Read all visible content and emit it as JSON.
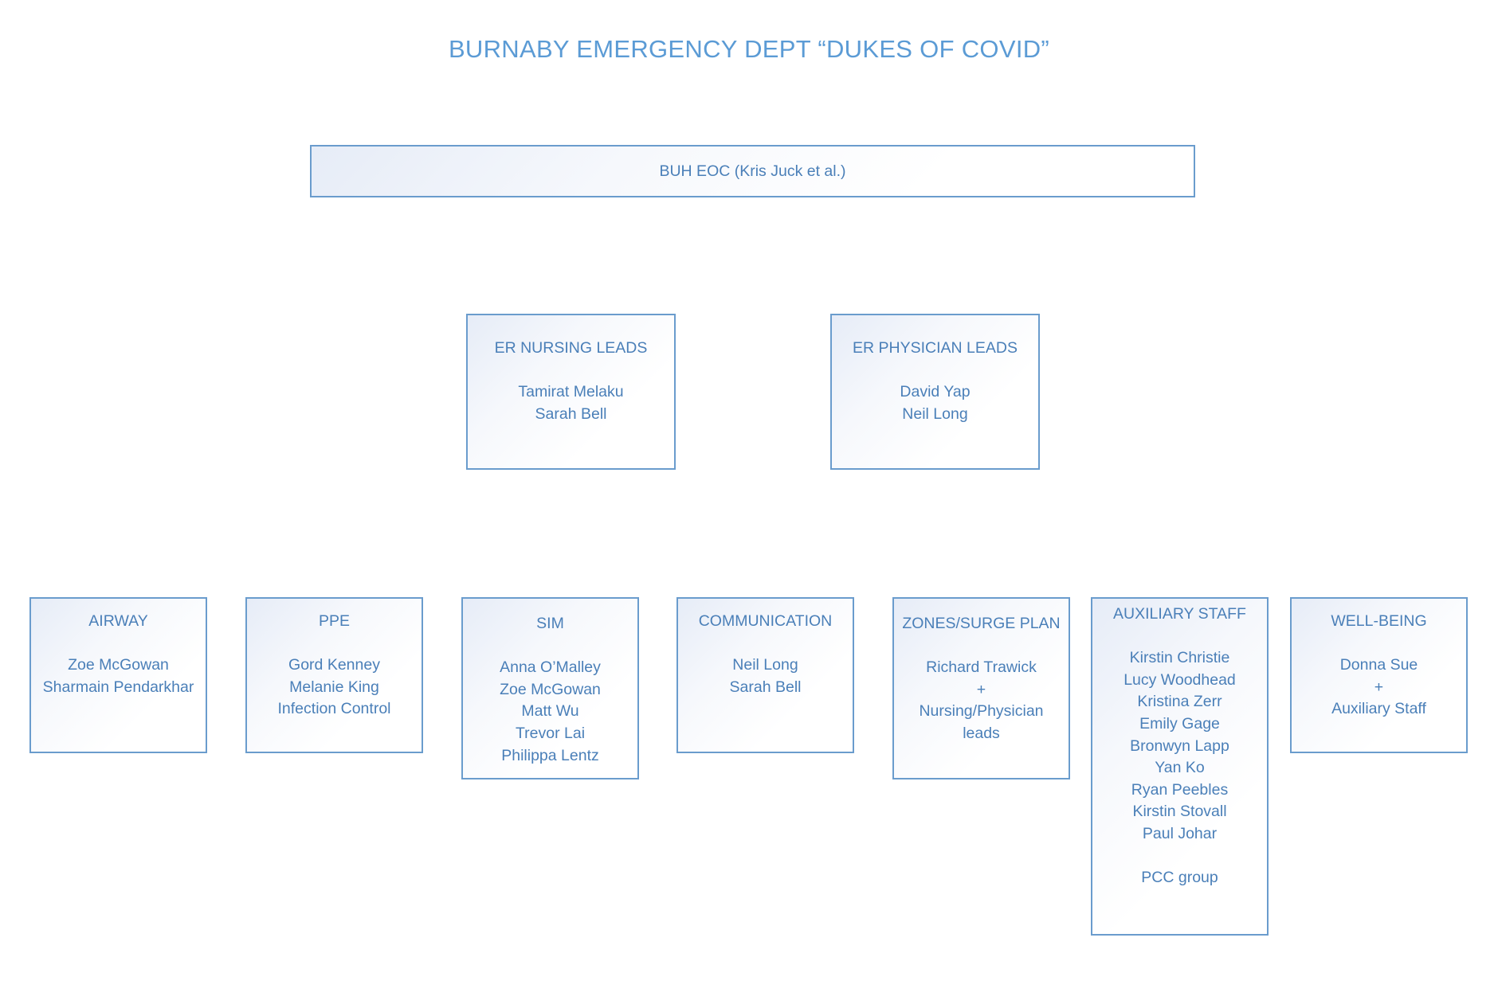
{
  "title": "BURNABY EMERGENCY DEPT “DUKES OF COVID”",
  "eoc": "BUH EOC (Kris Juck et al.)",
  "leads": [
    {
      "title": "ER NURSING LEADS",
      "lines": [
        "Tamirat Melaku",
        "Sarah Bell"
      ]
    },
    {
      "title": "ER PHYSICIAN LEADS",
      "lines": [
        "David Yap",
        "Neil Long"
      ]
    }
  ],
  "teams": [
    {
      "title": "AIRWAY",
      "lines": [
        "Zoe McGowan",
        "Sharmain Pendarkhar"
      ]
    },
    {
      "title": "PPE",
      "lines": [
        "Gord Kenney",
        "Melanie King",
        "Infection Control"
      ]
    },
    {
      "title": "SIM",
      "lines": [
        "Anna O’Malley",
        "Zoe McGowan",
        "Matt Wu",
        "Trevor Lai",
        "Philippa Lentz"
      ]
    },
    {
      "title": "COMMUNICATION",
      "lines": [
        "Neil Long",
        "Sarah Bell"
      ]
    },
    {
      "title": "ZONES/SURGE PLAN",
      "lines": [
        "Richard Trawick",
        "+",
        "Nursing/Physician",
        "leads"
      ]
    },
    {
      "title": "AUXILIARY STAFF",
      "lines": [
        "Kirstin Christie",
        "Lucy Woodhead",
        "Kristina Zerr",
        "Emily Gage",
        "Bronwyn Lapp",
        "Yan Ko",
        "Ryan Peebles",
        "Kirstin Stovall",
        "Paul Johar",
        "",
        "PCC group"
      ]
    },
    {
      "title": "WELL-BEING",
      "lines": [
        "Donna Sue",
        "+",
        "Auxiliary Staff"
      ]
    }
  ]
}
